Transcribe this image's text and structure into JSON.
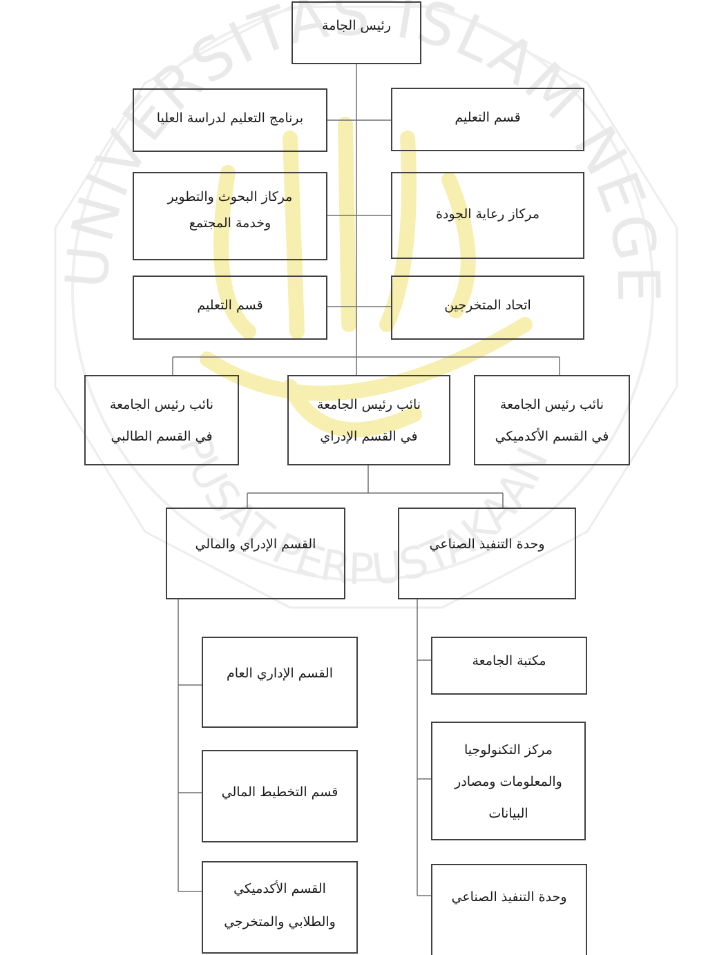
{
  "diagram": {
    "president": "رئيس الجامة",
    "units": {
      "graduate_program": "برنامج التعليم لدراسة العليا",
      "education_dept_top": "قسم التعليم",
      "research_center_l1": "مركاز البحوث والتطوير",
      "research_center_l2": "وخدمة المجتمع",
      "quality_center": "مركاز رعاية الجودة",
      "education_dept_mid": "قسم التعليم",
      "alumni_union": "اتحاد المتخرجين"
    },
    "vice_presidents": {
      "student_l1": "نائب رئيس الجامعة",
      "student_l2": "في القسم الطالبي",
      "admin_l1": "نائب رئيس الجامعة",
      "admin_l2": "في القسم الإدراي",
      "academic_l1": "نائب رئيس الجامعة",
      "academic_l2": "في القسم الأكدميكي"
    },
    "admin_branches": {
      "admin_finance": "القسم الإدراي والمالي",
      "technical_unit": "وحدة التنفيذ الصناعي"
    },
    "admin_finance_children": {
      "general_admin": "القسم الإداري العام",
      "finance_planning": "قسم التخطيط المالي",
      "academic_l1": "القسم الأكدميكي",
      "academic_l2": "والطلابي والمتخرجي"
    },
    "technical_unit_children": {
      "library": "مكتبة الجامعة",
      "it_center_l1": "مركز التكنولوجيا",
      "it_center_l2": "والمعلومات ومصادر",
      "it_center_l3": "البيانات",
      "technical_unit_repeat": "وحدة التنفيذ الصناعي"
    }
  },
  "watermark": {
    "arc_text": "UNIVERSITAS ISLAM NEGERI MAULANA MALIK IBRAHIM",
    "bottom_text": "PUSAT PERPUSTAKAAN",
    "colors": {
      "ring": "#ebebeb",
      "text": "#e6e6e6",
      "calligraphy": "#f7eea8"
    }
  },
  "colors": {
    "line": "#707070",
    "border": "#404040",
    "text": "#1a1a1a"
  }
}
